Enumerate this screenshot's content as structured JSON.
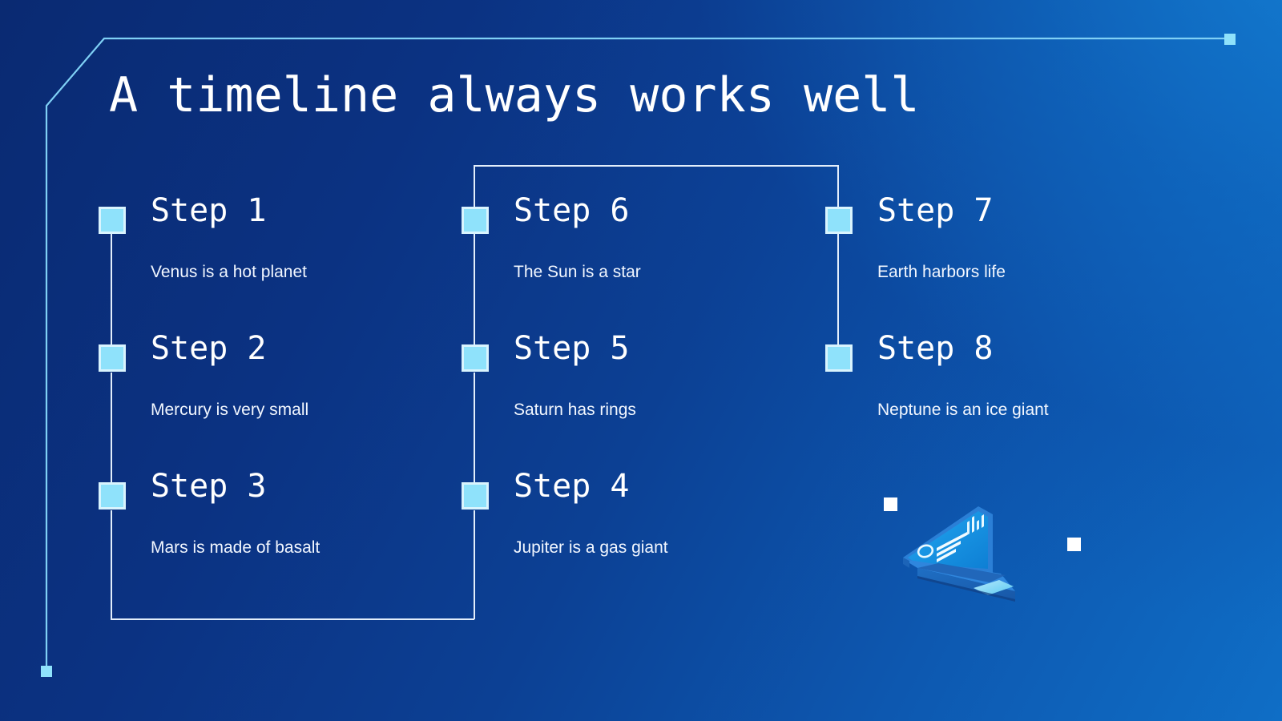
{
  "slide": {
    "title": "A timeline always works well",
    "background_colors": {
      "dark": "#0a2a72",
      "mid": "#0c4094",
      "light": "#0f6ec6"
    },
    "accent_color": "#8fe2fb",
    "line_color": "#dce9f7"
  },
  "timeline": {
    "columns": [
      {
        "name": "left-column",
        "steps": [
          {
            "title": "Step 1",
            "desc": "Venus is a hot planet"
          },
          {
            "title": "Step 2",
            "desc": "Mercury is very small"
          },
          {
            "title": "Step 3",
            "desc": "Mars is made of basalt"
          }
        ]
      },
      {
        "name": "middle-column",
        "steps": [
          {
            "title": "Step 6",
            "desc": "The Sun is a star"
          },
          {
            "title": "Step 5",
            "desc": "Saturn has rings"
          },
          {
            "title": "Step 4",
            "desc": "Jupiter is a gas giant"
          }
        ]
      },
      {
        "name": "right-column",
        "steps": [
          {
            "title": "Step 7",
            "desc": "Earth harbors life"
          },
          {
            "title": "Step 8",
            "desc": "Neptune is an ice giant"
          }
        ]
      }
    ]
  },
  "decor": {
    "corner_frame": "corner-bracket-line",
    "end_dot_top_right": "cyan-square-terminator",
    "end_dot_bottom_left": "cyan-square-terminator",
    "white_square_1": "white-square",
    "white_square_2": "white-square",
    "illustration": "isometric-laptop-dashboard"
  }
}
